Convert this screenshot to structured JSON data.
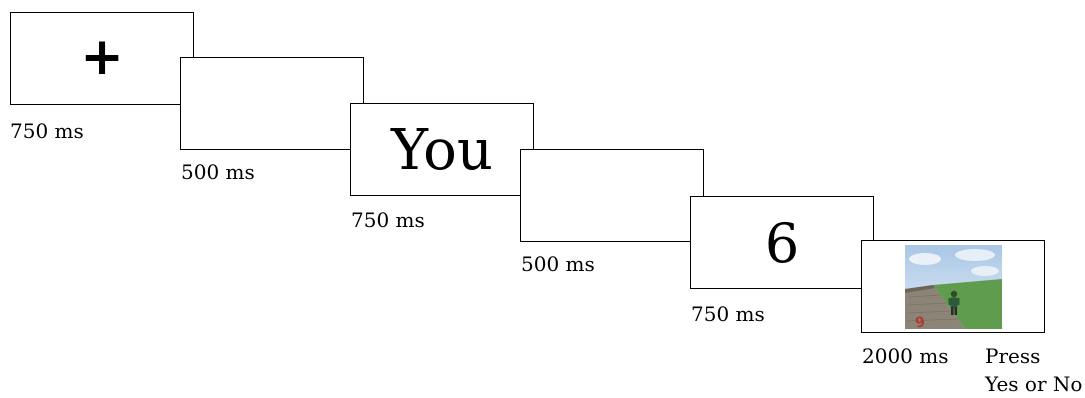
{
  "trial": {
    "frames": [
      {
        "stimulus": "+",
        "duration": "750 ms"
      },
      {
        "stimulus": "",
        "duration": "500 ms"
      },
      {
        "stimulus": "You",
        "duration": "750 ms"
      },
      {
        "stimulus": "",
        "duration": "500 ms"
      },
      {
        "stimulus": "6",
        "duration": "750 ms"
      },
      {
        "stimulus_image": "avatar-scene-image",
        "duration": "2000 ms"
      }
    ],
    "response_line1": "Press",
    "response_line2": "Yes or No"
  }
}
